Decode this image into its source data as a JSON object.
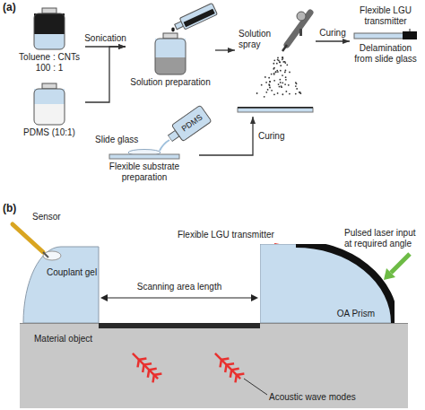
{
  "diagram": {
    "nodes": [
      {
        "text": [
          "Toluene : CNTs 100 : 1"
        ]
      },
      {
        "text": [
          "PDMS (10:1)"
        ]
      },
      {
        "text": [
          "Solution preparation"
        ]
      },
      {
        "text": [
          "Solution spray"
        ]
      },
      {
        "text": [
          "Flexible LGU transmitter",
          "Delamination from slide glass"
        ]
      },
      {
        "text": [
          "Slide glass",
          "Flexible substrate preparation"
        ]
      },
      {
        "text": [
          "PDMS"
        ]
      },
      {
        "text": [
          "Material object"
        ]
      },
      {
        "text": [
          "OA Prism"
        ]
      }
    ],
    "edges": [
      {
        "from": 0,
        "to": 2,
        "label": "Sonication",
        "arrow": "to"
      },
      {
        "from": 1,
        "to": 2,
        "arrow": "to"
      },
      {
        "from": 2,
        "to": 3,
        "arrow": "to"
      },
      {
        "from": 3,
        "to": 4,
        "label": "Curing",
        "arrow": "to"
      },
      {
        "from": 5,
        "to": 3,
        "label": "Curing",
        "arrow": "to"
      }
    ],
    "labels": [
      "(a)",
      "(b)",
      "Sensor",
      "Couplant gel",
      "Flexible LGU transmitter",
      "Pulsed laser input at required angle",
      "Scanning area length",
      "Acoustic wave modes"
    ]
  }
}
